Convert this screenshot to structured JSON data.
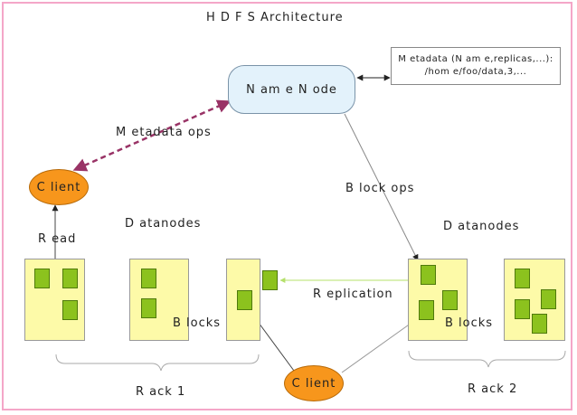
{
  "title": "H D F S  Architecture",
  "namenode_label": "N am e N ode",
  "metadata_box": {
    "line1": "M etadata (N am e,replicas,...):",
    "line2": "/hom e/foo/data,3,..."
  },
  "edge_labels": {
    "metadata_ops": "M etadata ops",
    "block_ops": "B lock ops",
    "read": "R ead",
    "replication": "R eplication"
  },
  "client_label": "C lient",
  "datanodes_label": "D atanodes",
  "blocks_label": "B locks",
  "rack1_label": "R ack 1",
  "rack2_label": "R ack 2",
  "colors": {
    "frame": "#f4a6c8",
    "namenode_fill": "#e3f2fb",
    "client_fill": "#f7961c",
    "datanode_fill": "#fdfaa8",
    "block_fill": "#8cc21e",
    "metadata_arrow": "#993366",
    "replication_arrow": "#b5e06b"
  }
}
